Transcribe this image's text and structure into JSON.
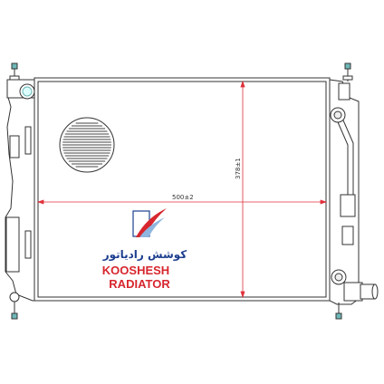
{
  "drawing": {
    "width_dimension": "500±2",
    "height_dimension": "378±1"
  },
  "brand": {
    "name_fa": "کوشش رادیاتور",
    "name_en_line1": "KOOSHESH",
    "name_en_line2": "RADIATOR",
    "colors": {
      "red": "#d7262e",
      "blue": "#1d3f8f",
      "light_blue": "#8fb6e0"
    }
  },
  "colors": {
    "line": "#333333",
    "dimension": "#e0303a",
    "pin_teal": "#6fb8b8"
  }
}
